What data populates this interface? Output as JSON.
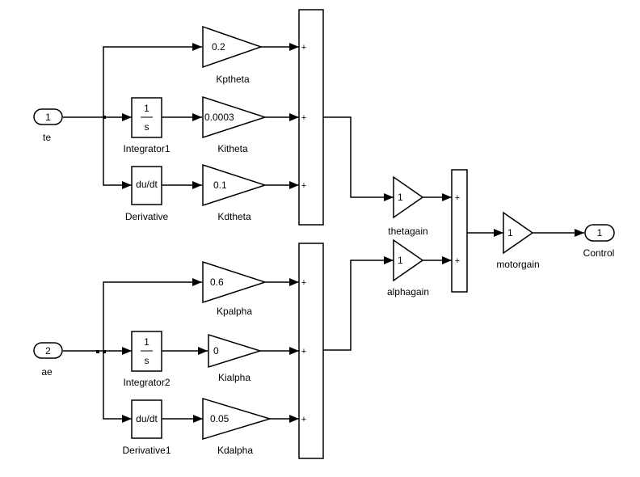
{
  "inports": [
    {
      "number": "1",
      "name": "te"
    },
    {
      "number": "2",
      "name": "ae"
    }
  ],
  "outport": {
    "number": "1",
    "name": "Control"
  },
  "integrators": [
    {
      "symbol_num": "1",
      "symbol_den": "s",
      "name": "Integrator1"
    },
    {
      "symbol_num": "1",
      "symbol_den": "s",
      "name": "Integrator2"
    }
  ],
  "derivatives": [
    {
      "symbol": "du/dt",
      "name": "Derivative"
    },
    {
      "symbol": "du/dt",
      "name": "Derivative1"
    }
  ],
  "gains": [
    {
      "value": "0.2",
      "name": "Kptheta"
    },
    {
      "value": "0.0003",
      "name": "Kitheta"
    },
    {
      "value": "0.1",
      "name": "Kdtheta"
    },
    {
      "value": "0.6",
      "name": "Kpalpha"
    },
    {
      "value": "0",
      "name": "Kialpha"
    },
    {
      "value": "0.05",
      "name": "Kdalpha"
    },
    {
      "value": "1",
      "name": "thetagain"
    },
    {
      "value": "1",
      "name": "alphagain"
    },
    {
      "value": "1",
      "name": "motorgain"
    }
  ],
  "sum_sign": "+"
}
